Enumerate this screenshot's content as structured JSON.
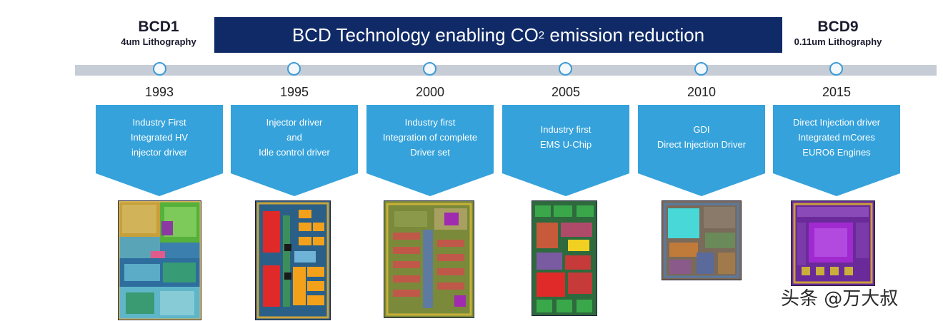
{
  "banner": {
    "text_before": "BCD Technology enabling CO",
    "subscript": "2",
    "text_after": " emission reduction"
  },
  "left_label": {
    "name": "BCD1",
    "litho": "4um Lithography"
  },
  "right_label": {
    "name": "BCD9",
    "litho": "0.11um Lithography"
  },
  "milestones": [
    {
      "year": "1993",
      "lines": [
        "Industry First",
        "Integrated HV",
        "injector driver"
      ]
    },
    {
      "year": "1995",
      "lines": [
        "Injector driver",
        "and",
        "Idle control driver"
      ]
    },
    {
      "year": "2000",
      "lines": [
        "Industry first",
        "Integration of complete",
        "Driver set"
      ]
    },
    {
      "year": "2005",
      "lines": [
        "Industry first",
        "EMS U-Chip"
      ]
    },
    {
      "year": "2010",
      "lines": [
        "GDI",
        "Direct Injection Driver"
      ]
    },
    {
      "year": "2015",
      "lines": [
        "Direct Injection driver",
        "Integrated mCores",
        "EURO6 Engines"
      ]
    }
  ],
  "watermark": "头条 @万大叔",
  "colors": {
    "banner": "#0f2a66",
    "chevron": "#35a2db",
    "timeline": "#c6cdd6",
    "node_border": "#3c9ad6"
  }
}
